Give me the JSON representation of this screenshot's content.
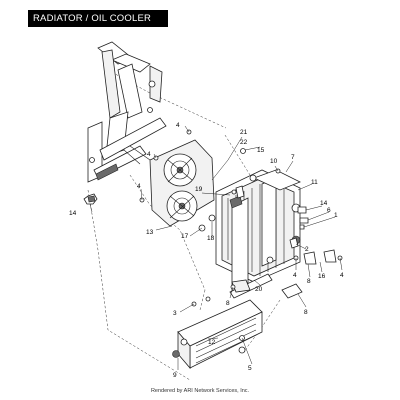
{
  "header": {
    "title": "RADIATOR / OIL COOLER"
  },
  "footer": {
    "text": "Rendered by ARI Network Services, Inc."
  },
  "callouts": {
    "c1": "1",
    "c2": "2",
    "c3": "3",
    "c4a": "4",
    "c4b": "4",
    "c4c": "4",
    "c4d": "4",
    "c5": "5",
    "c6": "6",
    "c7": "7",
    "c8a": "8",
    "c8b": "8",
    "c8c": "8",
    "c9": "9",
    "c10": "10",
    "c11": "11",
    "c12": "12",
    "c13": "13",
    "c14a": "14",
    "c14b": "14",
    "c15": "15",
    "c16": "16",
    "c17": "17",
    "c18": "18",
    "c19": "19",
    "c20": "20",
    "c21": "21",
    "c22": "22"
  }
}
